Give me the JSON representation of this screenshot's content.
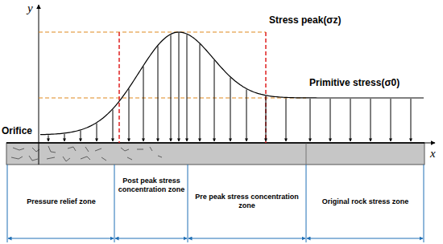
{
  "diagram": {
    "labels": [
      "y",
      "x",
      "Stress peak(σz)",
      "Primitive stress(σ0)",
      "Orifice",
      "Pressure relief zone",
      "Post peak stress concentration zone",
      "Pre peak stress concentration zone",
      "Original rock stress zone"
    ]
  }
}
